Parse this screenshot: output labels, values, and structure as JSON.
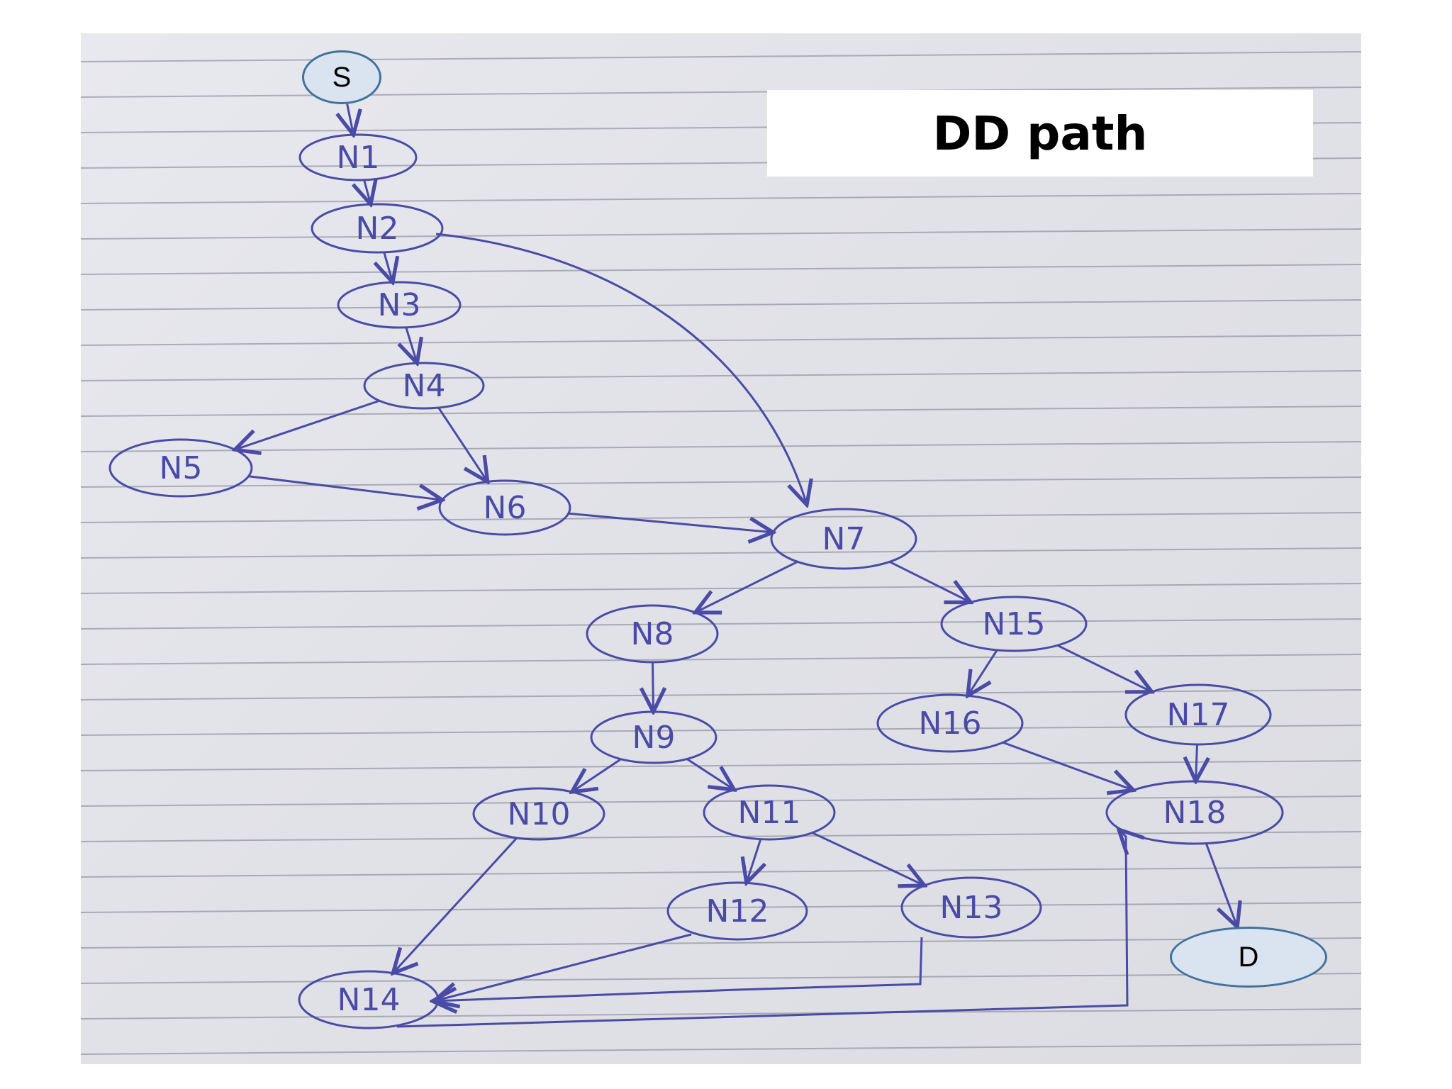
{
  "title": "DD path",
  "start_node": "S",
  "end_node": "D",
  "colors": {
    "ink": "#4b4aa6",
    "node_fill": "#dae3f0",
    "node_border": "#41719c"
  },
  "nodes": [
    {
      "id": "N1",
      "label": "N1"
    },
    {
      "id": "N2",
      "label": "N2"
    },
    {
      "id": "N3",
      "label": "N3"
    },
    {
      "id": "N4",
      "label": "N4"
    },
    {
      "id": "N5",
      "label": "N5"
    },
    {
      "id": "N6",
      "label": "N6"
    },
    {
      "id": "N7",
      "label": "N7"
    },
    {
      "id": "N8",
      "label": "N8"
    },
    {
      "id": "N9",
      "label": "N9"
    },
    {
      "id": "N10",
      "label": "N10"
    },
    {
      "id": "N11",
      "label": "N11"
    },
    {
      "id": "N12",
      "label": "N12"
    },
    {
      "id": "N13",
      "label": "N13"
    },
    {
      "id": "N14",
      "label": "N14"
    },
    {
      "id": "N15",
      "label": "N15"
    },
    {
      "id": "N16",
      "label": "N16"
    },
    {
      "id": "N17",
      "label": "N17"
    },
    {
      "id": "N18",
      "label": "N18"
    }
  ],
  "edges": [
    {
      "from": "S",
      "to": "N1"
    },
    {
      "from": "N1",
      "to": "N2"
    },
    {
      "from": "N2",
      "to": "N3"
    },
    {
      "from": "N2",
      "to": "N7"
    },
    {
      "from": "N3",
      "to": "N4"
    },
    {
      "from": "N4",
      "to": "N5"
    },
    {
      "from": "N4",
      "to": "N6"
    },
    {
      "from": "N5",
      "to": "N6"
    },
    {
      "from": "N6",
      "to": "N7"
    },
    {
      "from": "N7",
      "to": "N8"
    },
    {
      "from": "N7",
      "to": "N15"
    },
    {
      "from": "N8",
      "to": "N9"
    },
    {
      "from": "N9",
      "to": "N10"
    },
    {
      "from": "N9",
      "to": "N11"
    },
    {
      "from": "N10",
      "to": "N14"
    },
    {
      "from": "N11",
      "to": "N12"
    },
    {
      "from": "N11",
      "to": "N13"
    },
    {
      "from": "N12",
      "to": "N14"
    },
    {
      "from": "N13",
      "to": "N14"
    },
    {
      "from": "N14",
      "to": "N18"
    },
    {
      "from": "N15",
      "to": "N16"
    },
    {
      "from": "N15",
      "to": "N17"
    },
    {
      "from": "N16",
      "to": "N18"
    },
    {
      "from": "N17",
      "to": "N18"
    },
    {
      "from": "N18",
      "to": "D"
    }
  ]
}
